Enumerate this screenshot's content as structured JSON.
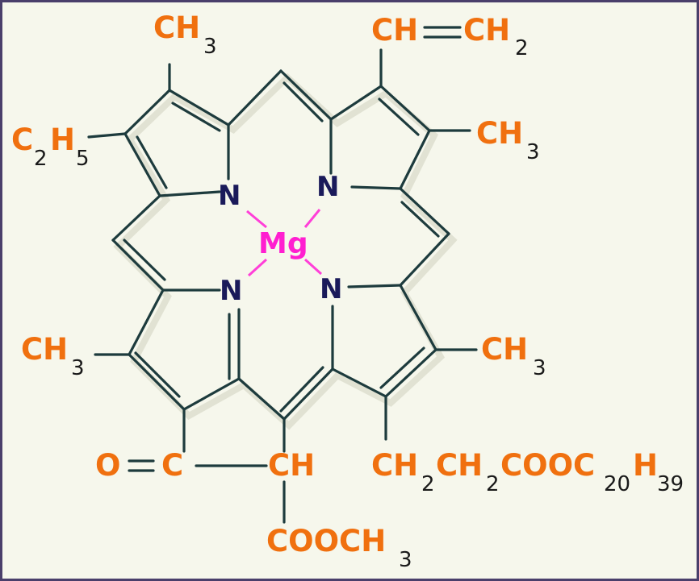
{
  "molecule": {
    "metal": "Mg",
    "nitrogen": "N",
    "subs": {
      "top_left": {
        "main": "CH",
        "sub": "3"
      },
      "top_right": {
        "a": "CH",
        "eq": "=",
        "b": "CH",
        "sub": "2"
      },
      "left": {
        "c": "C",
        "s1": "2",
        "h": "H",
        "s2": "5"
      },
      "right_upper": {
        "main": "CH",
        "sub": "3"
      },
      "left_lower": {
        "main": "CH",
        "sub": "3"
      },
      "right_lower": {
        "main": "CH",
        "sub": "3"
      },
      "o_eq_c": {
        "o": "O",
        "eq": "=",
        "c": "C"
      },
      "ch": "CH",
      "cooch3": {
        "main": "COOCH",
        "sub": "3"
      },
      "chain": {
        "a": "CH",
        "s1": "2",
        "b": "CH",
        "s2": "2",
        "c": "COOC",
        "s3": "20",
        "d": "H",
        "s4": "39"
      }
    }
  }
}
